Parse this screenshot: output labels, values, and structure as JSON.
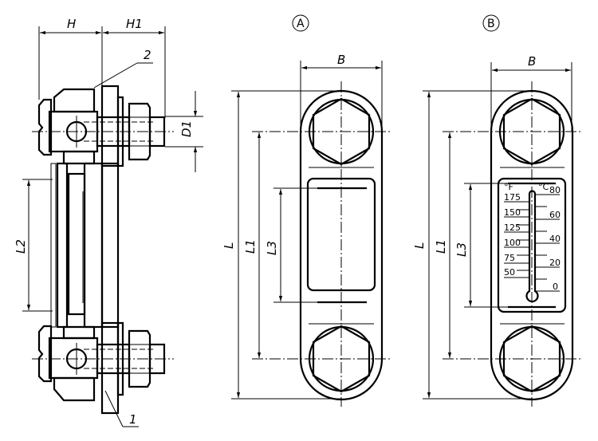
{
  "drawing": {
    "type": "technical-drawing",
    "subject": "Oil level sight glass / indicator",
    "colors": {
      "line": "#000000",
      "background": "#ffffff"
    },
    "views": [
      {
        "id": "section",
        "label": ""
      },
      {
        "id": "A",
        "label": "A"
      },
      {
        "id": "B",
        "label": "B"
      }
    ],
    "dimensions": {
      "H": "H",
      "H1": "H1",
      "D1": "D1",
      "L2": "L2",
      "B": "B",
      "L": "L",
      "L1": "L1",
      "L3": "L3"
    },
    "callouts": [
      "2",
      "1"
    ],
    "thermometer": {
      "fahrenheit_unit": "°F",
      "celsius_unit": "°C",
      "fahrenheit_scale": [
        "175",
        "150",
        "125",
        "100",
        "75",
        "50"
      ],
      "celsius_scale": [
        "80",
        "60",
        "40",
        "20",
        "0"
      ]
    }
  }
}
